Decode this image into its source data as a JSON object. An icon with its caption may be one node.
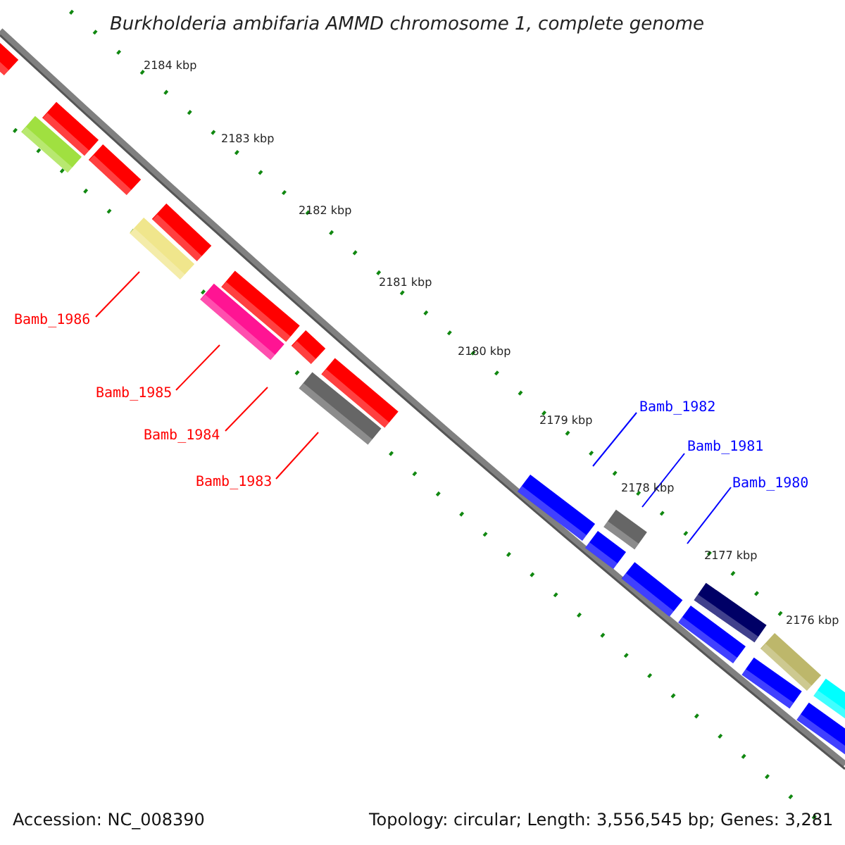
{
  "diagram": {
    "title": "Burkholderia ambifaria AMMD chromosome 1, complete genome",
    "nodes": [
      {
        "text": [
          "Bamb_1986"
        ]
      },
      {
        "text": [
          "Bamb_1985"
        ]
      },
      {
        "text": [
          "Bamb_1984"
        ]
      },
      {
        "text": [
          "Bamb_1983"
        ]
      },
      {
        "text": [
          "Bamb_1982"
        ]
      },
      {
        "text": [
          "Bamb_1981"
        ]
      },
      {
        "text": [
          "Bamb_1980"
        ]
      }
    ],
    "edges": [
      {
        "from": 0,
        "to": null,
        "arrow": "none"
      },
      {
        "from": 1,
        "to": null,
        "arrow": "none"
      },
      {
        "from": 2,
        "to": null,
        "arrow": "none"
      },
      {
        "from": 3,
        "to": null,
        "arrow": "none"
      },
      {
        "from": 4,
        "to": null,
        "arrow": "none",
        "color": "#0000ff"
      },
      {
        "from": 5,
        "to": null,
        "arrow": "none",
        "color": "#0000ff"
      },
      {
        "from": 6,
        "to": null,
        "arrow": "none",
        "color": "#0000ff"
      }
    ],
    "labels": [
      "2184 kbp",
      "2183 kbp",
      "2182 kbp",
      "2181 kbp",
      "2180 kbp",
      "2179 kbp",
      "2178 kbp",
      "2177 kbp",
      "2176 kbp",
      "Accession: NC_008390",
      "Topology: circular; Length: 3,556,545 bp; Genes: 3,281"
    ]
  }
}
